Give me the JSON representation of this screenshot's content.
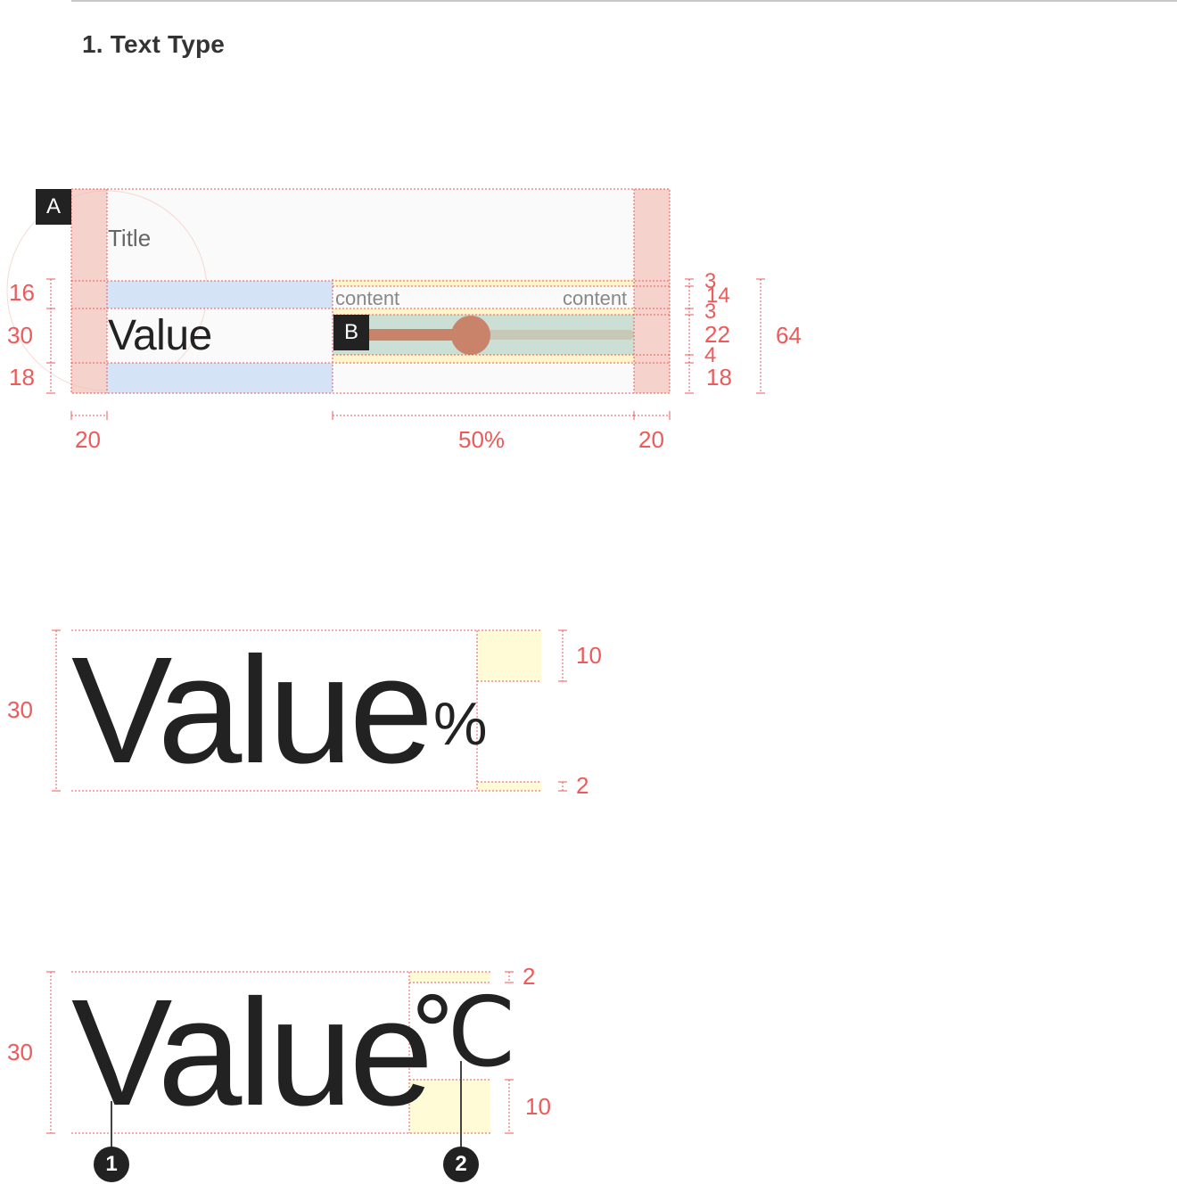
{
  "heading": "1. Text Type",
  "section_a": {
    "badge": "A",
    "title": "Title",
    "value": "Value",
    "badge_b": "B",
    "content_left": "content",
    "content_right": "content",
    "slider_level_pct": 46,
    "left_dims": [
      "16",
      "30",
      "18"
    ],
    "right_dims": [
      "3",
      "14",
      "3",
      "22",
      "4",
      "18"
    ],
    "total_dim": "64",
    "bottom_dims": [
      "20",
      "50%",
      "20"
    ],
    "colors": {
      "margin_fill": "#f5d3cc",
      "value_pad_fill": "#d4e3f5",
      "slider_track": "#c8d8d0",
      "slider_active": "#c8836a",
      "guide_line": "#ec5a5a"
    }
  },
  "section_percent": {
    "value": "Value",
    "unit": "%",
    "height_dim": "30",
    "top_dim": "10",
    "bottom_dim": "2"
  },
  "section_celsius": {
    "value": "Value",
    "unit": "℃",
    "height_dim": "30",
    "top_dim": "2",
    "bottom_dim": "10",
    "callout_1": "1",
    "callout_2": "2"
  }
}
